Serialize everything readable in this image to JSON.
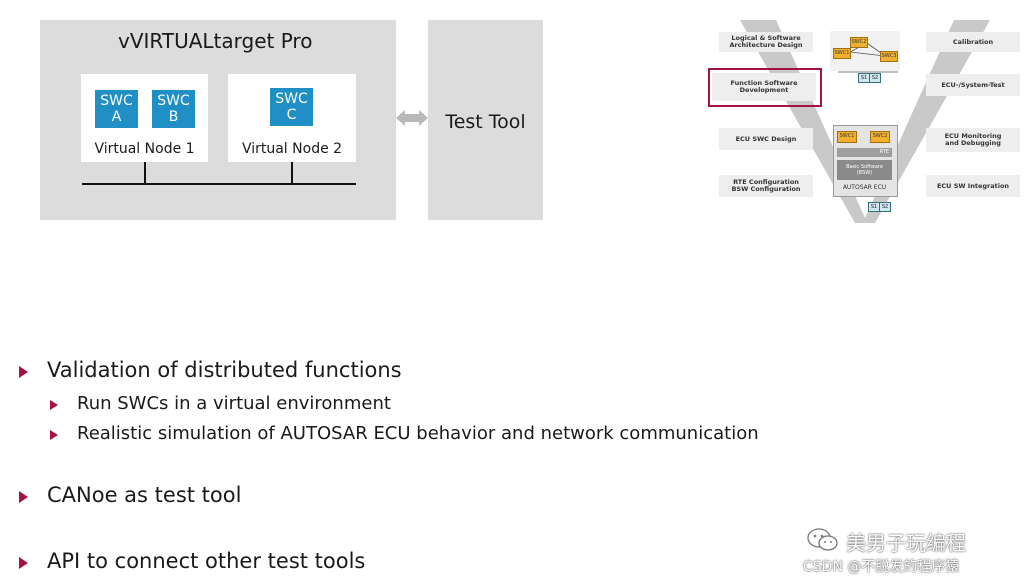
{
  "diagram": {
    "title": "vVIRTUALtarget Pro",
    "node1": {
      "swcs": [
        {
          "line1": "SWC",
          "line2": "A"
        },
        {
          "line1": "SWC",
          "line2": "B"
        }
      ],
      "label": "Virtual Node 1"
    },
    "node2": {
      "swcs": [
        {
          "line1": "SWC",
          "line2": "C"
        }
      ],
      "label": "Virtual Node 2"
    },
    "test_tool": "Test Tool",
    "colors": {
      "swc_blue": "#1f8fc6",
      "panel_gray": "#dcdcdc",
      "bullet_red": "#a4123f"
    }
  },
  "vmodel": {
    "left": [
      {
        "line1": "Logical & Software",
        "line2": "Architecture Design"
      },
      {
        "line1": "Function Software",
        "line2": "Development"
      },
      {
        "line1": "ECU SWC Design",
        "line2": ""
      },
      {
        "line1": "RTE Configuration",
        "line2": "BSW Configuration"
      }
    ],
    "right": [
      {
        "line1": "Calibration",
        "line2": ""
      },
      {
        "line1": "ECU-/System-Test",
        "line2": ""
      },
      {
        "line1": "ECU Monitoring",
        "line2": "and Debugging"
      },
      {
        "line1": "ECU SW Integration",
        "line2": ""
      }
    ],
    "top_swcs": [
      "SWC2",
      "SWC1",
      "SWC3"
    ],
    "top_sensors": [
      "S1",
      "S2"
    ],
    "ecu_swcs": [
      "SWC1",
      "SWC2"
    ],
    "rte": "RTE",
    "bsw_line1": "Basic Software",
    "bsw_line2": "(BSW)",
    "ecu_label": "AUTOSAR ECU",
    "bottom_sensors": [
      "S1",
      "S2"
    ],
    "highlight_color": "#a4123f"
  },
  "bullets": [
    {
      "text": "Validation of distributed functions",
      "subs": [
        "Run SWCs in a virtual environment",
        "Realistic simulation of AUTOSAR ECU behavior and network communication"
      ]
    },
    {
      "text": "CANoe as test tool",
      "subs": []
    },
    {
      "text": "API to connect other test tools",
      "subs": []
    }
  ],
  "watermark": {
    "channel": "美男子玩编程",
    "csdn": "CSDN @不脱发的程序猿"
  }
}
